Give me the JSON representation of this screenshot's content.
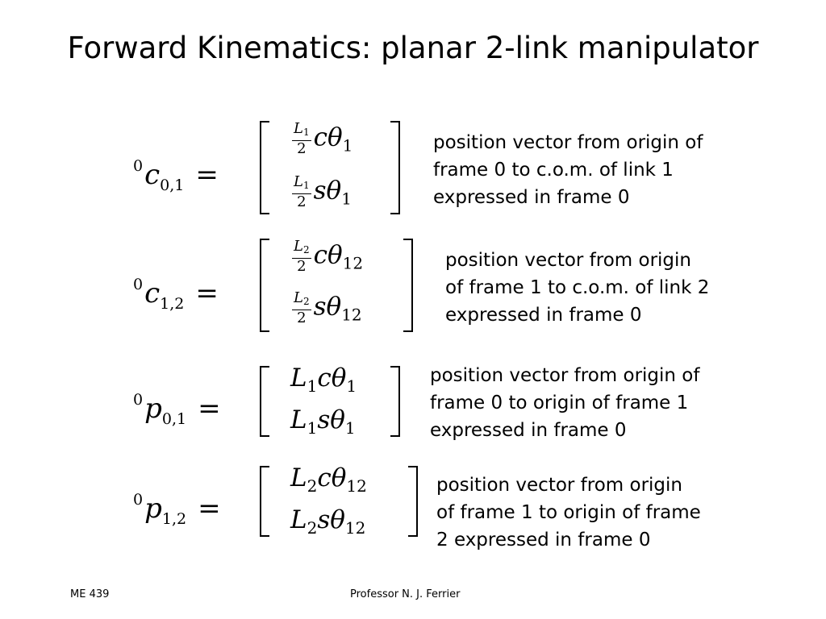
{
  "slide": {
    "title": "Forward Kinematics: planar 2-link manipulator"
  },
  "equations": [
    {
      "sup": "0",
      "var": "c",
      "sub": "0,1",
      "equals": "=",
      "row1": {
        "frac_num": "L",
        "frac_num_sub": "1",
        "frac_den": "2",
        "func": "c",
        "theta": "θ",
        "theta_sub": "1"
      },
      "row2": {
        "frac_num": "L",
        "frac_num_sub": "1",
        "frac_den": "2",
        "func": "s",
        "theta": "θ",
        "theta_sub": "1"
      },
      "description": [
        "position vector from origin of",
        "frame 0 to c.o.m. of link 1",
        "expressed in frame 0"
      ]
    },
    {
      "sup": "0",
      "var": "c",
      "sub": "1,2",
      "equals": "=",
      "row1": {
        "frac_num": "L",
        "frac_num_sub": "2",
        "frac_den": "2",
        "func": "c",
        "theta": "θ",
        "theta_sub": "12"
      },
      "row2": {
        "frac_num": "L",
        "frac_num_sub": "2",
        "frac_den": "2",
        "func": "s",
        "theta": "θ",
        "theta_sub": "12"
      },
      "description": [
        "position vector from origin",
        "of frame 1 to c.o.m. of link 2",
        "expressed in frame 0"
      ]
    },
    {
      "sup": "0",
      "var": "p",
      "sub": "0,1",
      "equals": "=",
      "row1": {
        "coef": "L",
        "coef_sub": "1",
        "func": "c",
        "theta": "θ",
        "theta_sub": "1"
      },
      "row2": {
        "coef": "L",
        "coef_sub": "1",
        "func": "s",
        "theta": "θ",
        "theta_sub": "1"
      },
      "description": [
        "position vector from origin of",
        "frame 0 to origin of frame 1",
        "expressed in frame 0"
      ]
    },
    {
      "sup": "0",
      "var": "p",
      "sub": "1,2",
      "equals": "=",
      "row1": {
        "coef": "L",
        "coef_sub": "2",
        "func": "c",
        "theta": "θ",
        "theta_sub": "12"
      },
      "row2": {
        "coef": "L",
        "coef_sub": "2",
        "func": "s",
        "theta": "θ",
        "theta_sub": "12"
      },
      "description": [
        "position vector from origin",
        "of frame 1 to origin of frame",
        "2 expressed in frame 0"
      ]
    }
  ],
  "footer": {
    "course": "ME 439",
    "author": "Professor N. J. Ferrier"
  }
}
